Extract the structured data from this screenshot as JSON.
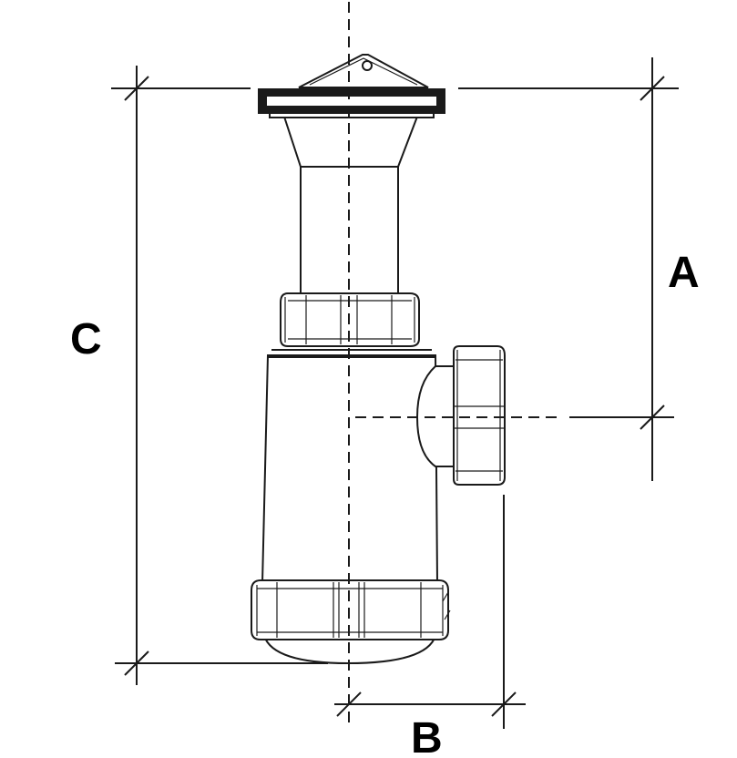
{
  "labels": {
    "a": "A",
    "b": "B",
    "c": "C"
  },
  "colors": {
    "line": "#1a1a1a",
    "background": "#ffffff",
    "gasket": "#1a1a1a"
  }
}
